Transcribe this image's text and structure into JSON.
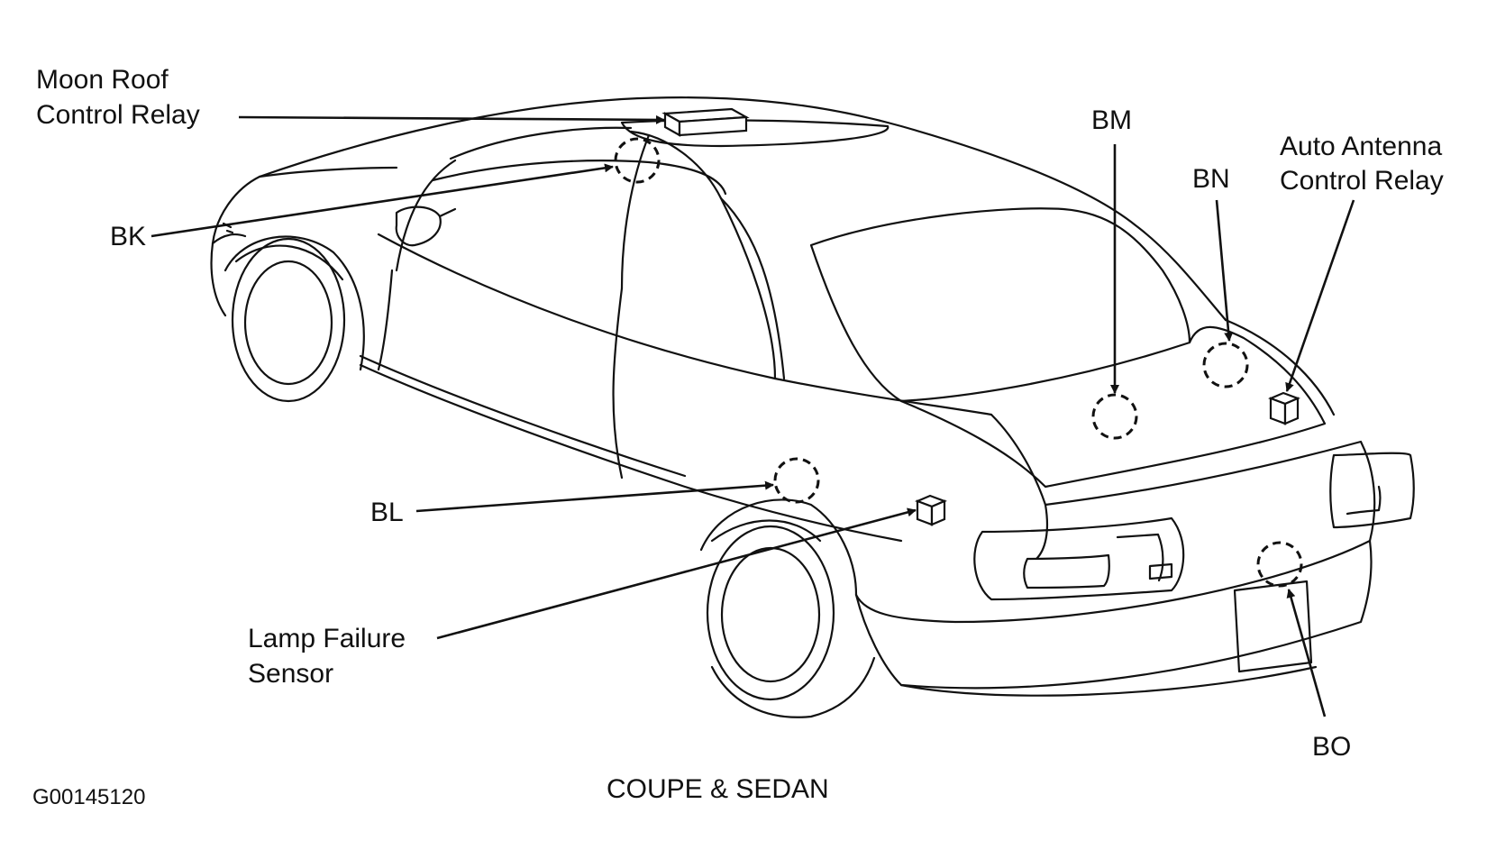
{
  "labels": {
    "moon_roof_line1": "Moon Roof",
    "moon_roof_line2": "Control Relay",
    "bk": "BK",
    "bl": "BL",
    "bm": "BM",
    "bn": "BN",
    "bo": "BO",
    "auto_antenna_line1": "Auto Antenna",
    "auto_antenna_line2": "Control Relay",
    "lamp_failure_line1": "Lamp Failure",
    "lamp_failure_line2": "Sensor"
  },
  "caption": "COUPE & SEDAN",
  "figure_id": "G00145120"
}
